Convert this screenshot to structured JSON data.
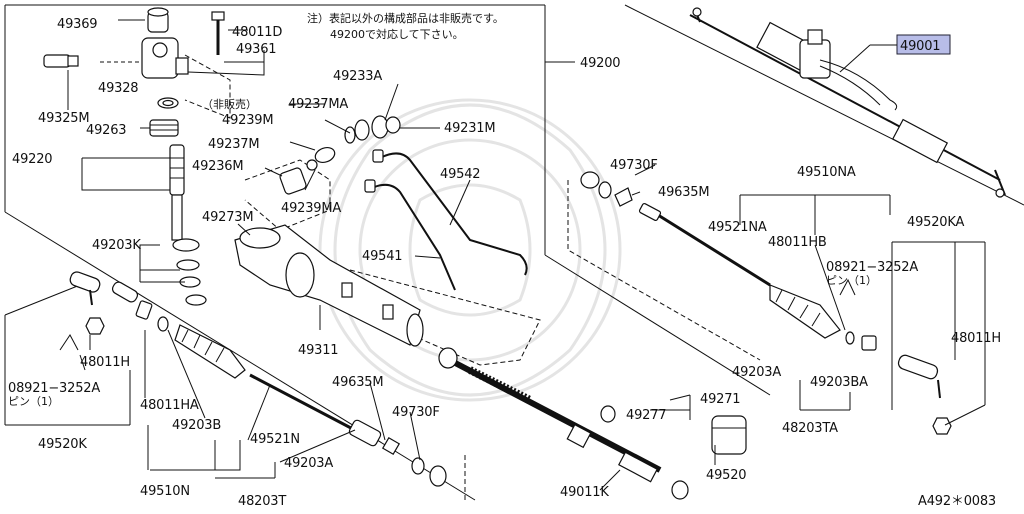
{
  "diagram": {
    "note_line1": "注）表記以外の構成部品は非販売です。",
    "note_line2": "49200で対応して下さい。",
    "not_for_sale": "（非販売）",
    "pin_label_left": "ピン（1）",
    "pin_label_right": "ピン（1）",
    "highlight_color": "#b8bde8",
    "figure_code": "A492＊0083",
    "labels": {
      "p49369": "49369",
      "p48011D": "48011D",
      "p49361": "49361",
      "p49328": "49328",
      "p49325M": "49325M",
      "p49263": "49263",
      "p49220": "49220",
      "p49237MA": "49237MA",
      "p49233A": "49233A",
      "p49239M": "49239M",
      "p49231M": "49231M",
      "p49237M": "49237M",
      "p49236M": "49236M",
      "p49239MA": "49239MA",
      "p49542": "49542",
      "p49273M": "49273M",
      "p49203K": "49203K",
      "p49541": "49541",
      "p49200": "49200",
      "p49001": "49001",
      "p49730F_r": "49730F",
      "p49635M_r": "49635M",
      "p49510NA": "49510NA",
      "p49521NA": "49521NA",
      "p48011HB": "48011HB",
      "p49520KA": "49520KA",
      "p08921_r": "08921−3252A",
      "p48011H_r": "48011H",
      "p49311": "49311",
      "p48011H_l": "48011H",
      "p08921_l": "08921−3252A",
      "p48011HA": "48011HA",
      "p49203B": "49203B",
      "p49635M_l": "49635M",
      "p49730F_l": "49730F",
      "p49203A_r": "49203A",
      "p49203BA": "49203BA",
      "p49271": "49271",
      "p49277": "49277",
      "p48203TA": "48203TA",
      "p49520K": "49520K",
      "p49521N": "49521N",
      "p49203A_l": "49203A",
      "p49520": "49520",
      "p49510N": "49510N",
      "p48203T": "48203T",
      "p49011K": "49011K"
    }
  }
}
